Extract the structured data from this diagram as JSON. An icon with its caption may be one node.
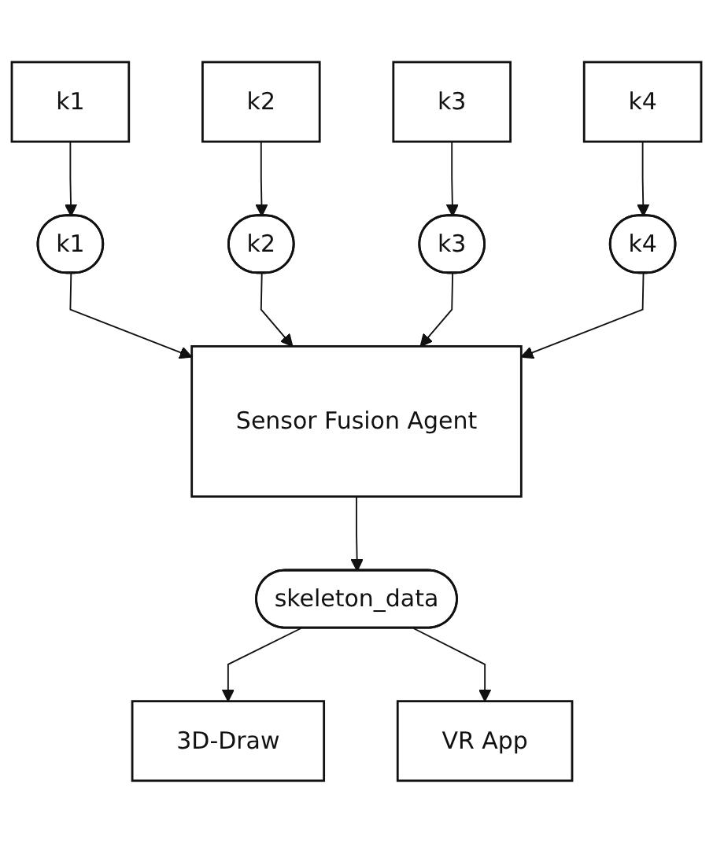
{
  "diagram": {
    "nodes": [
      {
        "text": [
          "k1"
        ]
      },
      {
        "text": [
          "k2"
        ]
      },
      {
        "text": [
          "k3"
        ]
      },
      {
        "text": [
          "k4"
        ]
      },
      {
        "text": [
          "k1"
        ]
      },
      {
        "text": [
          "k2"
        ]
      },
      {
        "text": [
          "k3"
        ]
      },
      {
        "text": [
          "k4"
        ]
      },
      {
        "text": [
          "Sensor Fusion Agent"
        ]
      },
      {
        "text": [
          "skeleton_data"
        ]
      },
      {
        "text": [
          "3D-Draw"
        ]
      },
      {
        "text": [
          "VR App"
        ]
      }
    ],
    "edges": [
      {
        "from": 0,
        "to": 4,
        "arrow": "to"
      },
      {
        "from": 1,
        "to": 5,
        "arrow": "to"
      },
      {
        "from": 2,
        "to": 6,
        "arrow": "to"
      },
      {
        "from": 3,
        "to": 7,
        "arrow": "to"
      },
      {
        "from": 4,
        "to": 8,
        "arrow": "to"
      },
      {
        "from": 5,
        "to": 8,
        "arrow": "to"
      },
      {
        "from": 6,
        "to": 8,
        "arrow": "to"
      },
      {
        "from": 7,
        "to": 8,
        "arrow": "to"
      },
      {
        "from": 8,
        "to": 9,
        "arrow": "to"
      },
      {
        "from": 9,
        "to": 10,
        "arrow": "to"
      },
      {
        "from": 9,
        "to": 11,
        "arrow": "to"
      }
    ]
  }
}
